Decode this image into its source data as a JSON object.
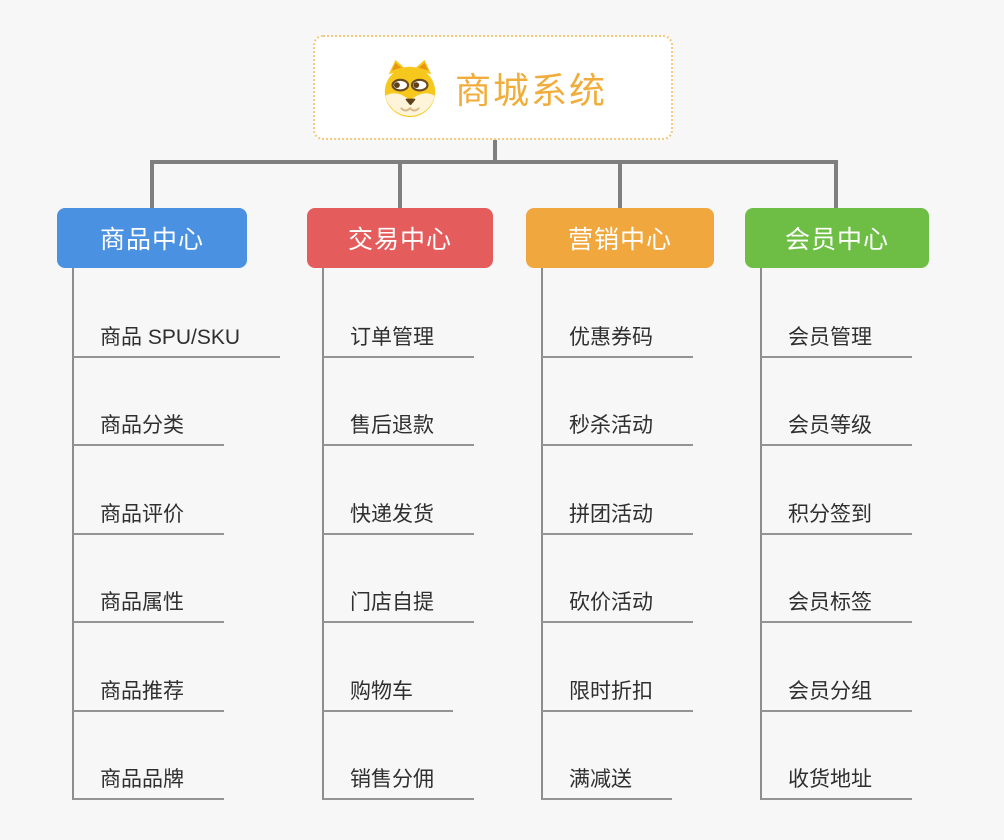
{
  "root": {
    "title": "商城系统",
    "icon": "dog-face-icon"
  },
  "branches": [
    {
      "label": "商品中心",
      "color": "#4b91e2",
      "items": [
        "商品 SPU/SKU",
        "商品分类",
        "商品评价",
        "商品属性",
        "商品推荐",
        "商品品牌"
      ]
    },
    {
      "label": "交易中心",
      "color": "#e45c5c",
      "items": [
        "订单管理",
        "售后退款",
        "快递发货",
        "门店自提",
        "购物车",
        "销售分佣"
      ]
    },
    {
      "label": "营销中心",
      "color": "#efa73e",
      "items": [
        "优惠券码",
        "秒杀活动",
        "拼团活动",
        "砍价活动",
        "限时折扣",
        "满减送"
      ]
    },
    {
      "label": "会员中心",
      "color": "#6ebe45",
      "items": [
        "会员管理",
        "会员等级",
        "积分签到",
        "会员标签",
        "会员分组",
        "收货地址"
      ]
    }
  ],
  "colors": {
    "background": "#f7f7f7",
    "root_title": "#f1ad3c",
    "root_border": "#f3c87c",
    "connector": "#7f7f7f",
    "branch_line": "#8d8d8d",
    "item_text": "#2f2f2f",
    "branch_text": "#ffffff"
  }
}
